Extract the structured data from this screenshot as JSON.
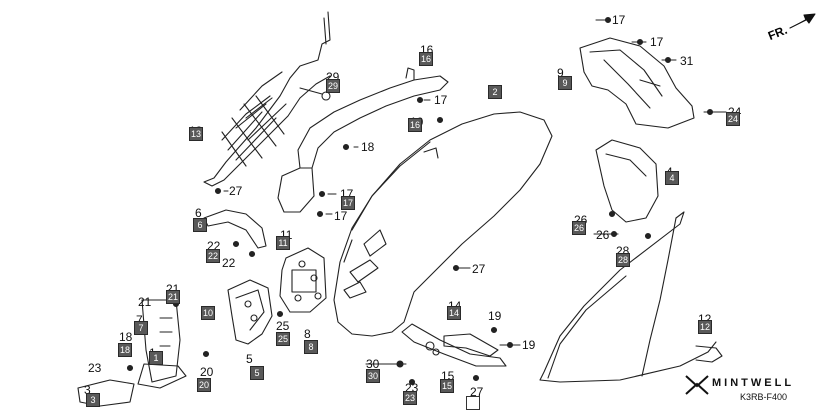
{
  "direction_label": "FR.",
  "brand_text": "MINTWELL",
  "diagram_code": "K3RB-F400",
  "callouts": [
    {
      "id": "c17a",
      "text": "17"
    },
    {
      "id": "c17b",
      "text": "17"
    },
    {
      "id": "c31",
      "text": "31"
    },
    {
      "id": "c9",
      "text": "9"
    },
    {
      "id": "c24",
      "text": "24"
    },
    {
      "id": "c16top",
      "text": "16"
    },
    {
      "id": "c29",
      "text": "29"
    },
    {
      "id": "c17c",
      "text": "17"
    },
    {
      "id": "c2",
      "text": "2"
    },
    {
      "id": "c13",
      "text": "13"
    },
    {
      "id": "c10",
      "text": "10"
    },
    {
      "id": "c18",
      "text": "18"
    },
    {
      "id": "c4",
      "text": "4"
    },
    {
      "id": "c27a",
      "text": "27"
    },
    {
      "id": "c17d",
      "text": "17"
    },
    {
      "id": "c17e",
      "text": "17"
    },
    {
      "id": "c6",
      "text": "6"
    },
    {
      "id": "c11",
      "text": "11"
    },
    {
      "id": "c22a",
      "text": "22"
    },
    {
      "id": "c22b",
      "text": "22"
    },
    {
      "id": "c26a",
      "text": "26"
    },
    {
      "id": "c26b",
      "text": "26"
    },
    {
      "id": "c28",
      "text": "28"
    },
    {
      "id": "c27b",
      "text": "27"
    },
    {
      "id": "c21a",
      "text": "21"
    },
    {
      "id": "c21b",
      "text": "21"
    },
    {
      "id": "c19a",
      "text": "19"
    },
    {
      "id": "c19b",
      "text": "19"
    },
    {
      "id": "c14",
      "text": "14"
    },
    {
      "id": "c12",
      "text": "12"
    },
    {
      "id": "c7",
      "text": "7"
    },
    {
      "id": "c25",
      "text": "25"
    },
    {
      "id": "c8",
      "text": "8"
    },
    {
      "id": "c18b",
      "text": "18"
    },
    {
      "id": "c1",
      "text": "1"
    },
    {
      "id": "c23a",
      "text": "23"
    },
    {
      "id": "c5",
      "text": "5"
    },
    {
      "id": "c30",
      "text": "30"
    },
    {
      "id": "c20",
      "text": "20"
    },
    {
      "id": "c3",
      "text": "3"
    },
    {
      "id": "c23b",
      "text": "23"
    },
    {
      "id": "c15",
      "text": "15"
    },
    {
      "id": "c27c",
      "text": "27"
    }
  ],
  "ref_boxes": [
    {
      "id": "b9",
      "text": "9"
    },
    {
      "id": "b24",
      "text": "24"
    },
    {
      "id": "b16a",
      "text": "16"
    },
    {
      "id": "b29",
      "text": "29"
    },
    {
      "id": "b2",
      "text": "2"
    },
    {
      "id": "b13",
      "text": "13"
    },
    {
      "id": "b16b",
      "text": "16"
    },
    {
      "id": "b4",
      "text": "4"
    },
    {
      "id": "b17",
      "text": "17"
    },
    {
      "id": "b6",
      "text": "6"
    },
    {
      "id": "b11",
      "text": "11"
    },
    {
      "id": "b22",
      "text": "22"
    },
    {
      "id": "b26",
      "text": "26"
    },
    {
      "id": "b28",
      "text": "28"
    },
    {
      "id": "b21",
      "text": "21"
    },
    {
      "id": "b10",
      "text": "10"
    },
    {
      "id": "b14",
      "text": "14"
    },
    {
      "id": "b12",
      "text": "12"
    },
    {
      "id": "b7",
      "text": "7"
    },
    {
      "id": "b25",
      "text": "25"
    },
    {
      "id": "b8",
      "text": "8"
    },
    {
      "id": "b18",
      "text": "18"
    },
    {
      "id": "b1",
      "text": "1"
    },
    {
      "id": "b5",
      "text": "5"
    },
    {
      "id": "b30",
      "text": "30"
    },
    {
      "id": "b20",
      "text": "20"
    },
    {
      "id": "b3",
      "text": "3"
    },
    {
      "id": "b23",
      "text": "23"
    },
    {
      "id": "b15",
      "text": "15"
    },
    {
      "id": "b27",
      "text": ""
    }
  ]
}
